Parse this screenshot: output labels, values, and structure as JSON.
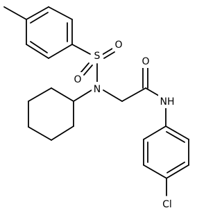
{
  "atom_labels": {
    "sulfur": "S",
    "sulfonyl_oxygen_left": "O",
    "sulfonyl_oxygen_right": "O",
    "sulfonamide_nitrogen": "N",
    "carbonyl_oxygen": "O",
    "amide_nitrogen": "NH",
    "chlorine": "Cl"
  },
  "colors": {
    "bond": "#000000",
    "text": "#000000",
    "background": "#ffffff"
  }
}
